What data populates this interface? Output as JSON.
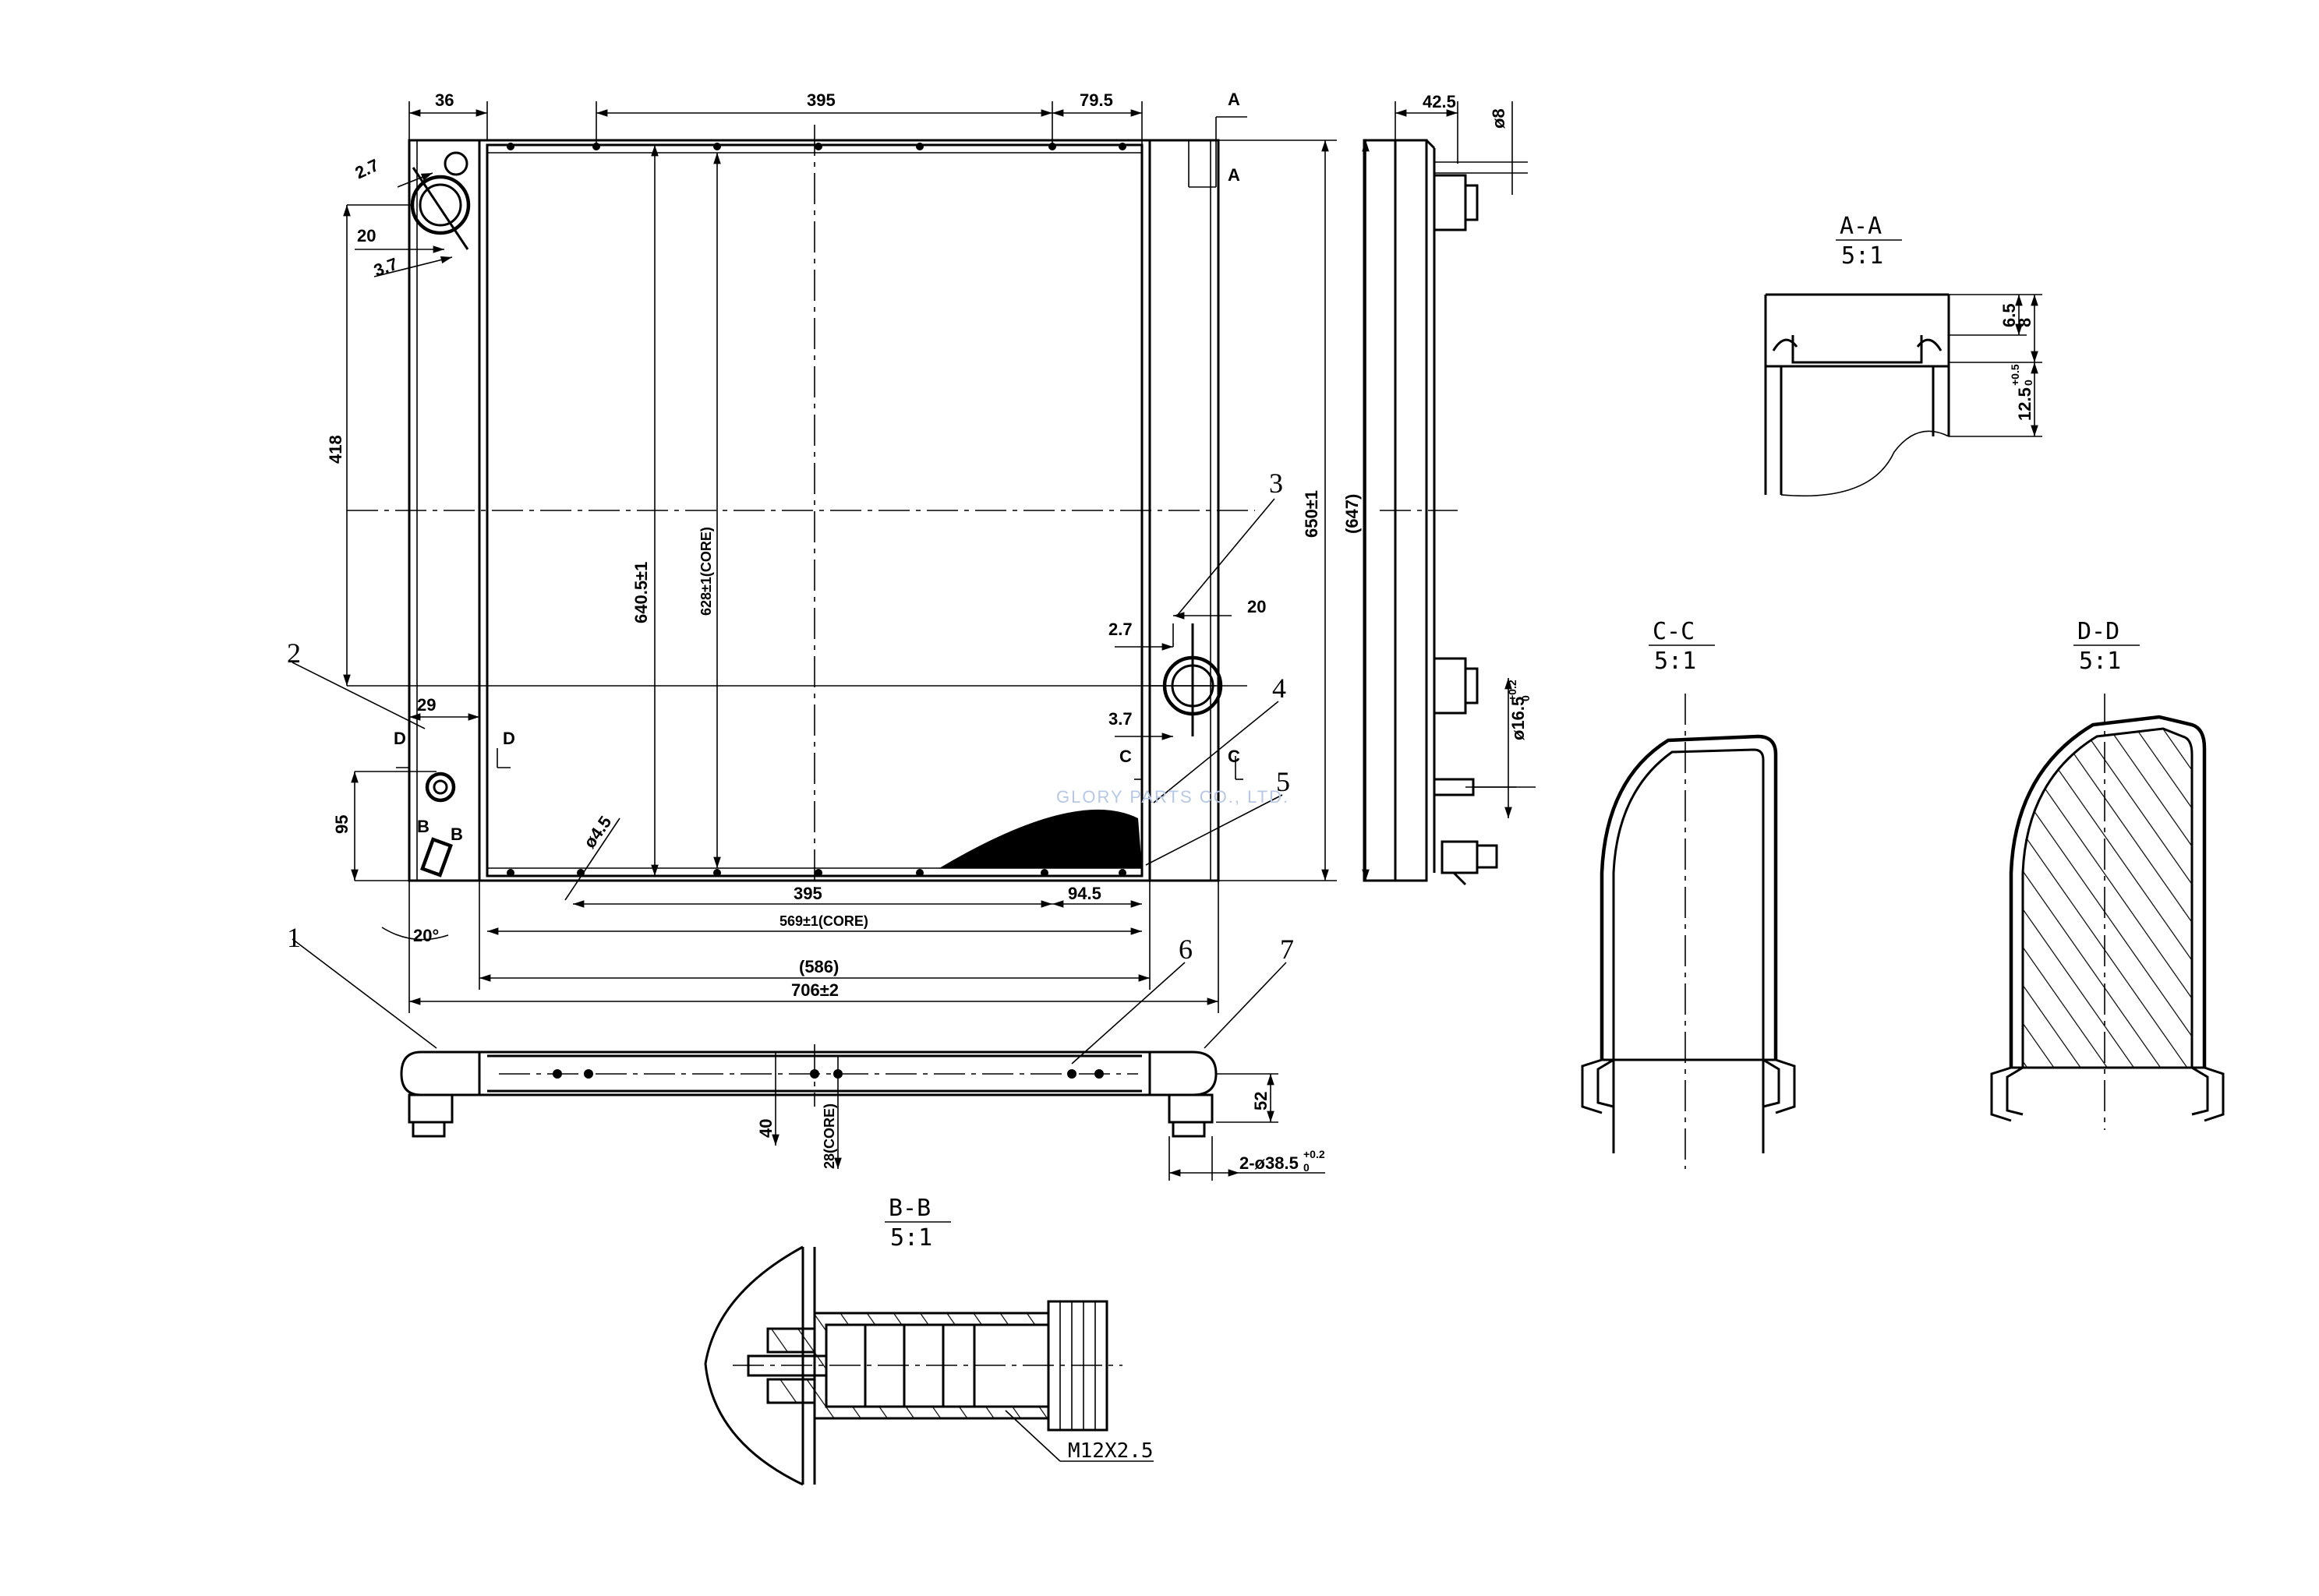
{
  "front_view": {
    "dim_36": "36",
    "dim_395_top": "395",
    "dim_79_5": "79.5",
    "dim_2_7_top": "2.7",
    "dim_20_top": "20",
    "dim_3_7_top": "3.7",
    "dim_418": "418",
    "dim_640_5": "640.5±1",
    "dim_628": "628±1(CORE)",
    "dim_650": "650±1",
    "dim_647": "(647)",
    "dim_2_7_right": "2.7",
    "dim_20_right": "20",
    "dim_3_7_right": "3.7",
    "dim_29": "29",
    "dim_95": "95",
    "dim_phi4_5": "ø4.5",
    "dim_20deg": "20°",
    "dim_395_bottom": "395",
    "dim_94_5": "94.5",
    "dim_569": "569±1(CORE)",
    "dim_586": "(586)",
    "dim_706": "706±2",
    "section_A": "A",
    "section_C": "C",
    "section_D": "D",
    "section_B": "B",
    "balloons": [
      "1",
      "2",
      "3",
      "4",
      "5",
      "6",
      "7"
    ],
    "watermark": "GLORY PARTS CO., LTD."
  },
  "side_view": {
    "dim_42_5": "42.5",
    "dim_phi8": "ø8",
    "dim_phi16_5": "ø16.5",
    "tol_16_5_upper": "+0.2",
    "tol_16_5_lower": "0"
  },
  "bottom_view": {
    "dim_40": "40",
    "dim_28": "28(CORE)",
    "dim_52": "52",
    "dim_38_5": "2-ø38.5",
    "tol_38_5_upper": "+0.2",
    "tol_38_5_lower": "0"
  },
  "section_aa": {
    "title": "A-A",
    "scale": "5:1",
    "dim_6_5": "6.5",
    "dim_8": "8",
    "dim_12_5": "12.5",
    "tol_upper": "+0.5",
    "tol_lower": "0"
  },
  "section_cc": {
    "title": "C-C",
    "scale": "5:1"
  },
  "section_dd": {
    "title": "D-D",
    "scale": "5:1"
  },
  "section_bb": {
    "title": "B-B",
    "scale": "5:1",
    "thread": "M12X2.5"
  }
}
